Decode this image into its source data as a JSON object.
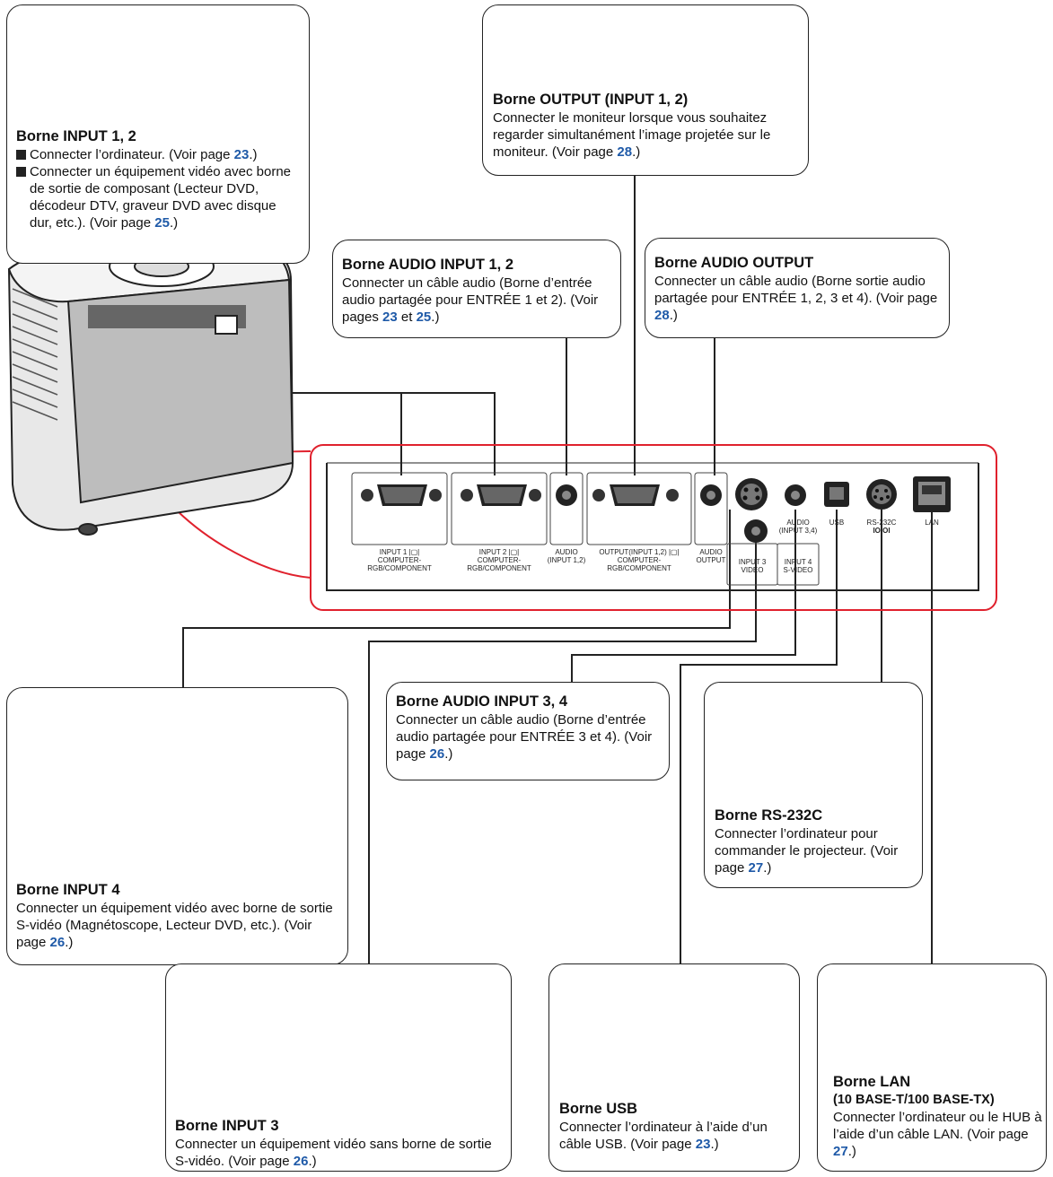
{
  "boxes": {
    "input12": {
      "title": "Borne INPUT 1, 2",
      "item1": "Connecter l’ordinateur. (Voir page ",
      "item1_page": "23",
      "item2": "Connecter un équipement vidéo avec borne de sortie de composant (Lecteur DVD, décodeur DTV, graveur DVD avec disque dur, etc.). (Voir page ",
      "item2_page": "25",
      "close": ".)"
    },
    "output12": {
      "title": "Borne OUTPUT (INPUT 1, 2)",
      "text": "Connecter le moniteur lorsque vous souhaitez regarder simultanément l’image projetée sur le moniteur. (Voir page ",
      "page": "28",
      "close": ".)"
    },
    "audio_input12": {
      "title": "Borne AUDIO INPUT 1, 2",
      "text": "Connecter un câble audio (Borne d’entrée audio partagée pour ENTRÉE 1 et 2). (Voir pages ",
      "page1": "23",
      "and": " et ",
      "page2": "25",
      "close": ".)"
    },
    "audio_output": {
      "title": "Borne AUDIO OUTPUT",
      "text": "Connecter un câble audio (Borne sortie audio partagée pour ENTRÉE 1, 2, 3 et 4). (Voir page ",
      "page": "28",
      "close": ".)"
    },
    "audio_input34": {
      "title": "Borne AUDIO INPUT 3, 4",
      "text": "Connecter un câble audio (Borne d’entrée audio partagée pour ENTRÉE 3 et 4). (Voir page ",
      "page": "26",
      "close": ".)"
    },
    "input4": {
      "title": "Borne INPUT 4",
      "text": "Connecter un équipement vidéo avec borne de sortie S-vidéo (Magnétoscope, Lecteur DVD, etc.). (Voir page ",
      "page": "26",
      "close": ".)"
    },
    "rs232c": {
      "title": "Borne RS-232C",
      "text": "Connecter l’ordinateur pour commander le projecteur. (Voir page ",
      "page": "27",
      "close": ".)"
    },
    "input3": {
      "title": "Borne INPUT 3",
      "text": "Connecter un équipement vidéo sans borne de sortie S-vidéo. (Voir page ",
      "page": "26",
      "close": ".)"
    },
    "usb": {
      "title": "Borne USB",
      "text": "Connecter l’ordinateur à l’aide d’un câble USB. (Voir page ",
      "page": "23",
      "close": ".)"
    },
    "lan": {
      "title": "Borne LAN",
      "subtitle": "(10 BASE-T/100 BASE-TX)",
      "text": "Connecter l’ordinateur ou le HUB à l’aide d’un câble LAN. (Voir page ",
      "page": "27",
      "close": ".)"
    }
  },
  "panel_labels": {
    "input1": "INPUT 1",
    "input2": "INPUT 2",
    "rgb": "COMPUTER-RGB/COMPONENT",
    "audio_in12_a": "AUDIO",
    "audio_in12_b": "(INPUT 1,2)",
    "output_a": "OUTPUT(INPUT 1,2)",
    "audio_out_a": "AUDIO",
    "audio_out_b": "OUTPUT",
    "audio_in34_a": "AUDIO",
    "audio_in34_b": "(INPUT 3,4)",
    "usb": "USB",
    "rs232c": "RS-232C",
    "rs232c_sym": "IOIOI",
    "lan": "LAN",
    "input3_a": "INPUT 3",
    "input3_b": "VIDEO",
    "input4_a": "INPUT 4",
    "input4_b": "S-VIDEO"
  },
  "colors": {
    "page_link": "#1f5aa8",
    "callout_ring": "#e0212d",
    "line": "#222222"
  },
  "icons": [
    "laptop-icon",
    "dvd-player-icon",
    "dtv-decoder-icon",
    "monitor-icon",
    "vcr-icon",
    "game-console-icon",
    "camcorder-icon",
    "network-hub-icon",
    "desktop-pc-icon",
    "projector-icon"
  ]
}
